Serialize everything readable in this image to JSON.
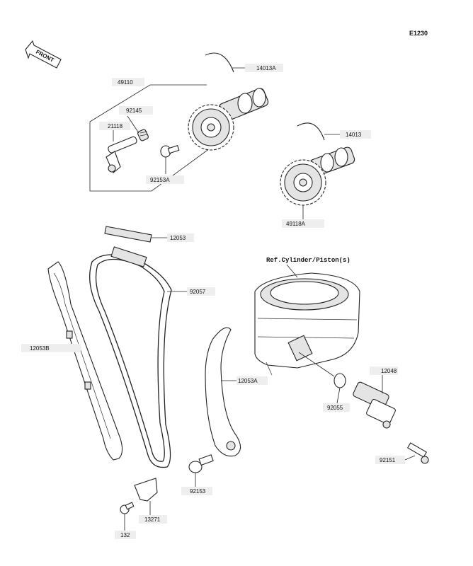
{
  "diagram_code": "E1230",
  "front_label": "FRONT",
  "reference_label": "Ref.Cylinder/Piston(s)",
  "parts": {
    "p14013A": "14013A",
    "p49110": "49110",
    "p92145": "92145",
    "p21118": "21118",
    "p92153A": "92153A",
    "p14013": "14013",
    "p49118A": "49118A",
    "p12053": "12053",
    "p92057": "92057",
    "p12053B": "12053B",
    "p12053A": "12053A",
    "p92055": "92055",
    "p12048": "12048",
    "p92151": "92151",
    "p92153": "92153",
    "p13271": "13271",
    "p132": "132"
  }
}
